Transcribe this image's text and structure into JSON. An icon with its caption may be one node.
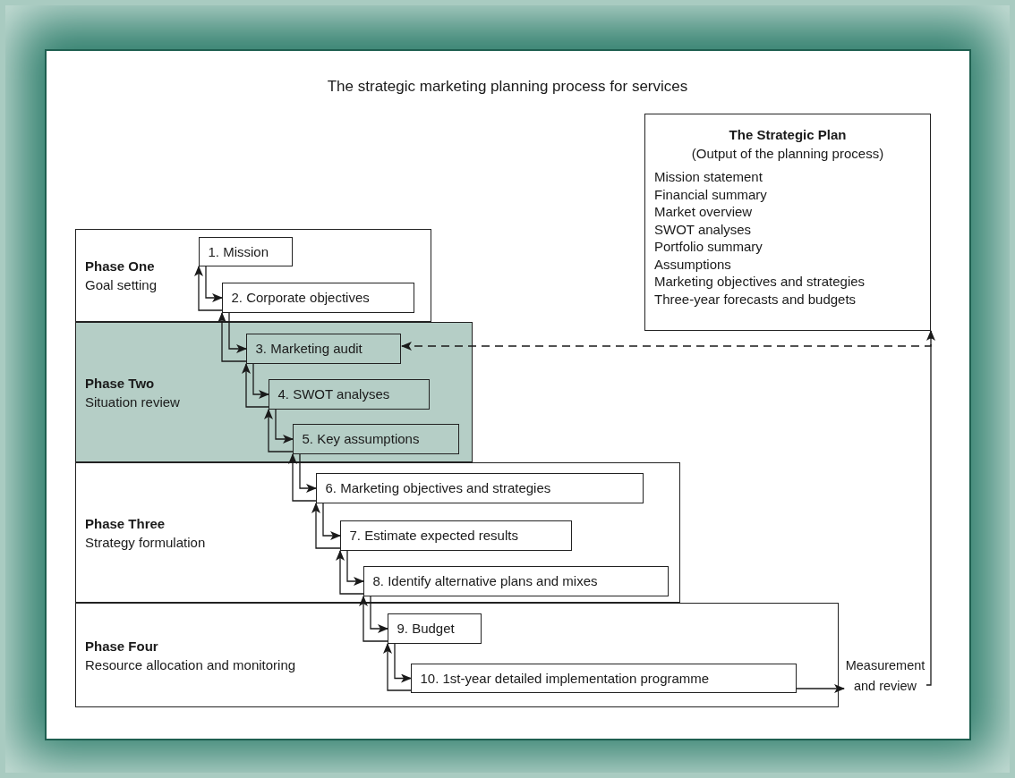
{
  "diagram": {
    "title": "The strategic marketing planning process for services",
    "nodes": [
      {
        "text": [
          "Phase One",
          "Goal setting"
        ]
      },
      {
        "text": [
          "1. Mission"
        ],
        "in": 0
      },
      {
        "text": [
          "2. Corporate objectives"
        ],
        "in": 0
      },
      {
        "text": [
          "Phase Two",
          "Situation review"
        ]
      },
      {
        "text": [
          "3. Marketing audit"
        ],
        "in": 3
      },
      {
        "text": [
          "4. SWOT analyses"
        ],
        "in": 3
      },
      {
        "text": [
          "5. Key assumptions"
        ],
        "in": 3
      },
      {
        "text": [
          "Phase Three",
          "Strategy formulation"
        ]
      },
      {
        "text": [
          "6. Marketing objectives and strategies"
        ],
        "in": 7
      },
      {
        "text": [
          "7. Estimate expected results"
        ],
        "in": 7
      },
      {
        "text": [
          "8. Identify alternative plans and mixes"
        ],
        "in": 7
      },
      {
        "text": [
          "Phase Four",
          "Resource allocation and monitoring"
        ]
      },
      {
        "text": [
          "9. Budget"
        ],
        "in": 11
      },
      {
        "text": [
          "10. 1st-year detailed implementation programme"
        ],
        "in": 11
      },
      {
        "text": [
          "Measurement and review"
        ]
      },
      {
        "text": [
          "The Strategic Plan",
          "(Output of the planning process)",
          "Mission statement",
          "Financial summary",
          "Market overview",
          "SWOT analyses",
          "Portfolio summary",
          "Assumptions",
          "Marketing objectives and strategies",
          "Three-year forecasts and budgets"
        ]
      }
    ],
    "edges": [
      {
        "from": 1,
        "to": 2,
        "arrow": "to"
      },
      {
        "from": 2,
        "to": 1,
        "arrow": "to"
      },
      {
        "from": 2,
        "to": 4,
        "arrow": "to"
      },
      {
        "from": 4,
        "to": 2,
        "arrow": "to"
      },
      {
        "from": 4,
        "to": 5,
        "arrow": "to"
      },
      {
        "from": 5,
        "to": 4,
        "arrow": "to"
      },
      {
        "from": 5,
        "to": 6,
        "arrow": "to"
      },
      {
        "from": 6,
        "to": 5,
        "arrow": "to"
      },
      {
        "from": 6,
        "to": 8,
        "arrow": "to"
      },
      {
        "from": 8,
        "to": 6,
        "arrow": "to"
      },
      {
        "from": 8,
        "to": 9,
        "arrow": "to"
      },
      {
        "from": 9,
        "to": 8,
        "arrow": "to"
      },
      {
        "from": 9,
        "to": 10,
        "arrow": "to"
      },
      {
        "from": 10,
        "to": 9,
        "arrow": "to"
      },
      {
        "from": 10,
        "to": 12,
        "arrow": "to"
      },
      {
        "from": 12,
        "to": 10,
        "arrow": "to"
      },
      {
        "from": 12,
        "to": 13,
        "arrow": "to"
      },
      {
        "from": 13,
        "to": 12,
        "arrow": "to"
      },
      {
        "from": 13,
        "to": 14,
        "arrow": "to"
      },
      {
        "from": 14,
        "to": 15,
        "arrow": "to"
      },
      {
        "from": 15,
        "to": 4,
        "arrow": "to",
        "style": "dashed"
      }
    ]
  }
}
